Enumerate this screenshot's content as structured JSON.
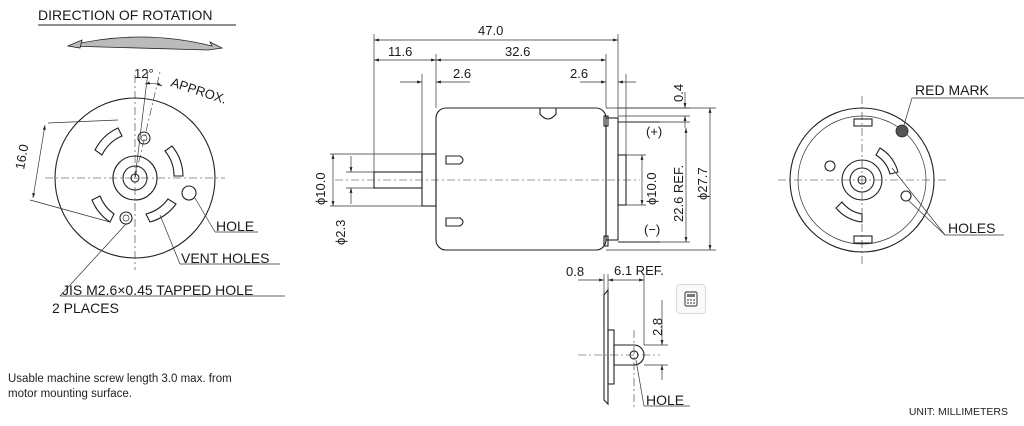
{
  "rear_view": {
    "direction_title": "DIRECTION OF ROTATION",
    "angle": "12°",
    "approx": "APPROX.",
    "dim_16": "16.0",
    "hole": "HOLE",
    "vent_holes": "VENT HOLES",
    "tapped_hole": "JIS M2.6×0.45 TAPPED HOLE",
    "places": "2 PLACES"
  },
  "side_view": {
    "d_47": "47.0",
    "d_11_6": "11.6",
    "d_32_6": "32.6",
    "d_2_6_left": "2.6",
    "d_2_6_right": "2.6",
    "d_0_4": "0.4",
    "plus": "(+)",
    "minus": "(−)",
    "phi_10_left": "ϕ10.0",
    "phi_2_3": "ϕ2.3",
    "phi_10_right": "ϕ10.0",
    "ref_22_6": "22.6 REF.",
    "phi_27_7": "ϕ27.7"
  },
  "terminal_view": {
    "d_0_8": "0.8",
    "d_6_1": "6.1 REF.",
    "d_2_8": "2.8",
    "hole": "HOLE"
  },
  "front_view": {
    "red_mark": "RED MARK",
    "holes": "HOLES"
  },
  "note_line1": "Usable machine screw length 3.0 max. from",
  "note_line2": "motor mounting surface.",
  "unit": "UNIT: MILLIMETERS",
  "icons": {
    "calculator": "calculator-icon"
  }
}
